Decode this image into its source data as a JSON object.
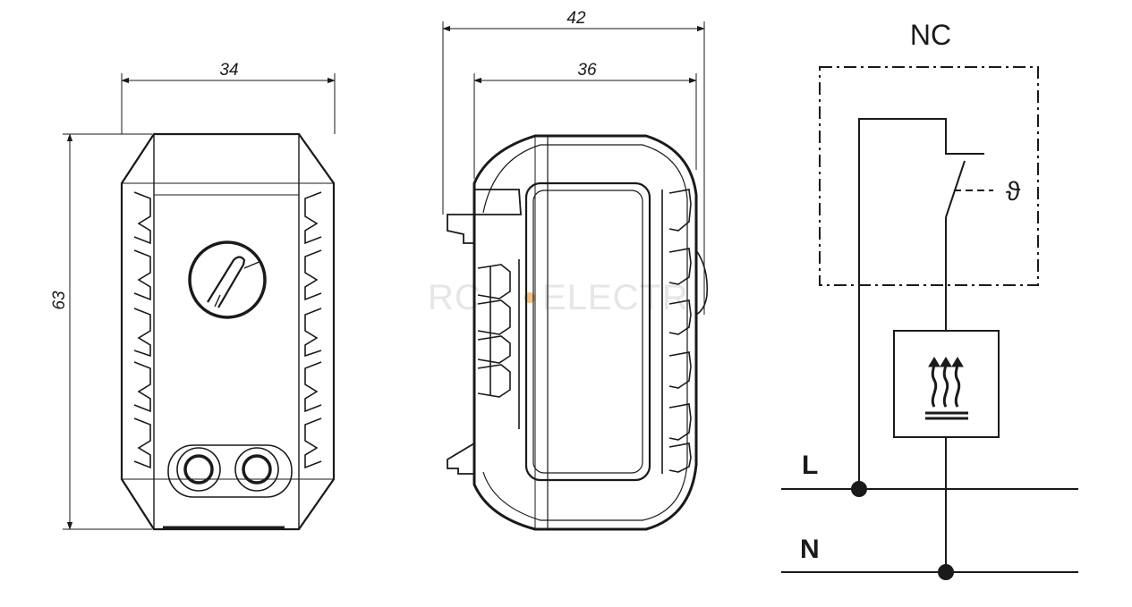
{
  "front_view": {
    "width_dim": "34",
    "height_dim": "63"
  },
  "side_view": {
    "overall_width_dim": "42",
    "body_width_dim": "36"
  },
  "schematic": {
    "contact_type": "NC",
    "temp_symbol": "ϑ",
    "line_label": "L",
    "neutral_label": "N"
  },
  "watermark": {
    "left": "RC",
    "right": "ELECTR"
  },
  "colors": {
    "stroke": "#1a1a1a",
    "watermark": "#e6e6e6",
    "watermark_accent": "#f5c27a"
  }
}
